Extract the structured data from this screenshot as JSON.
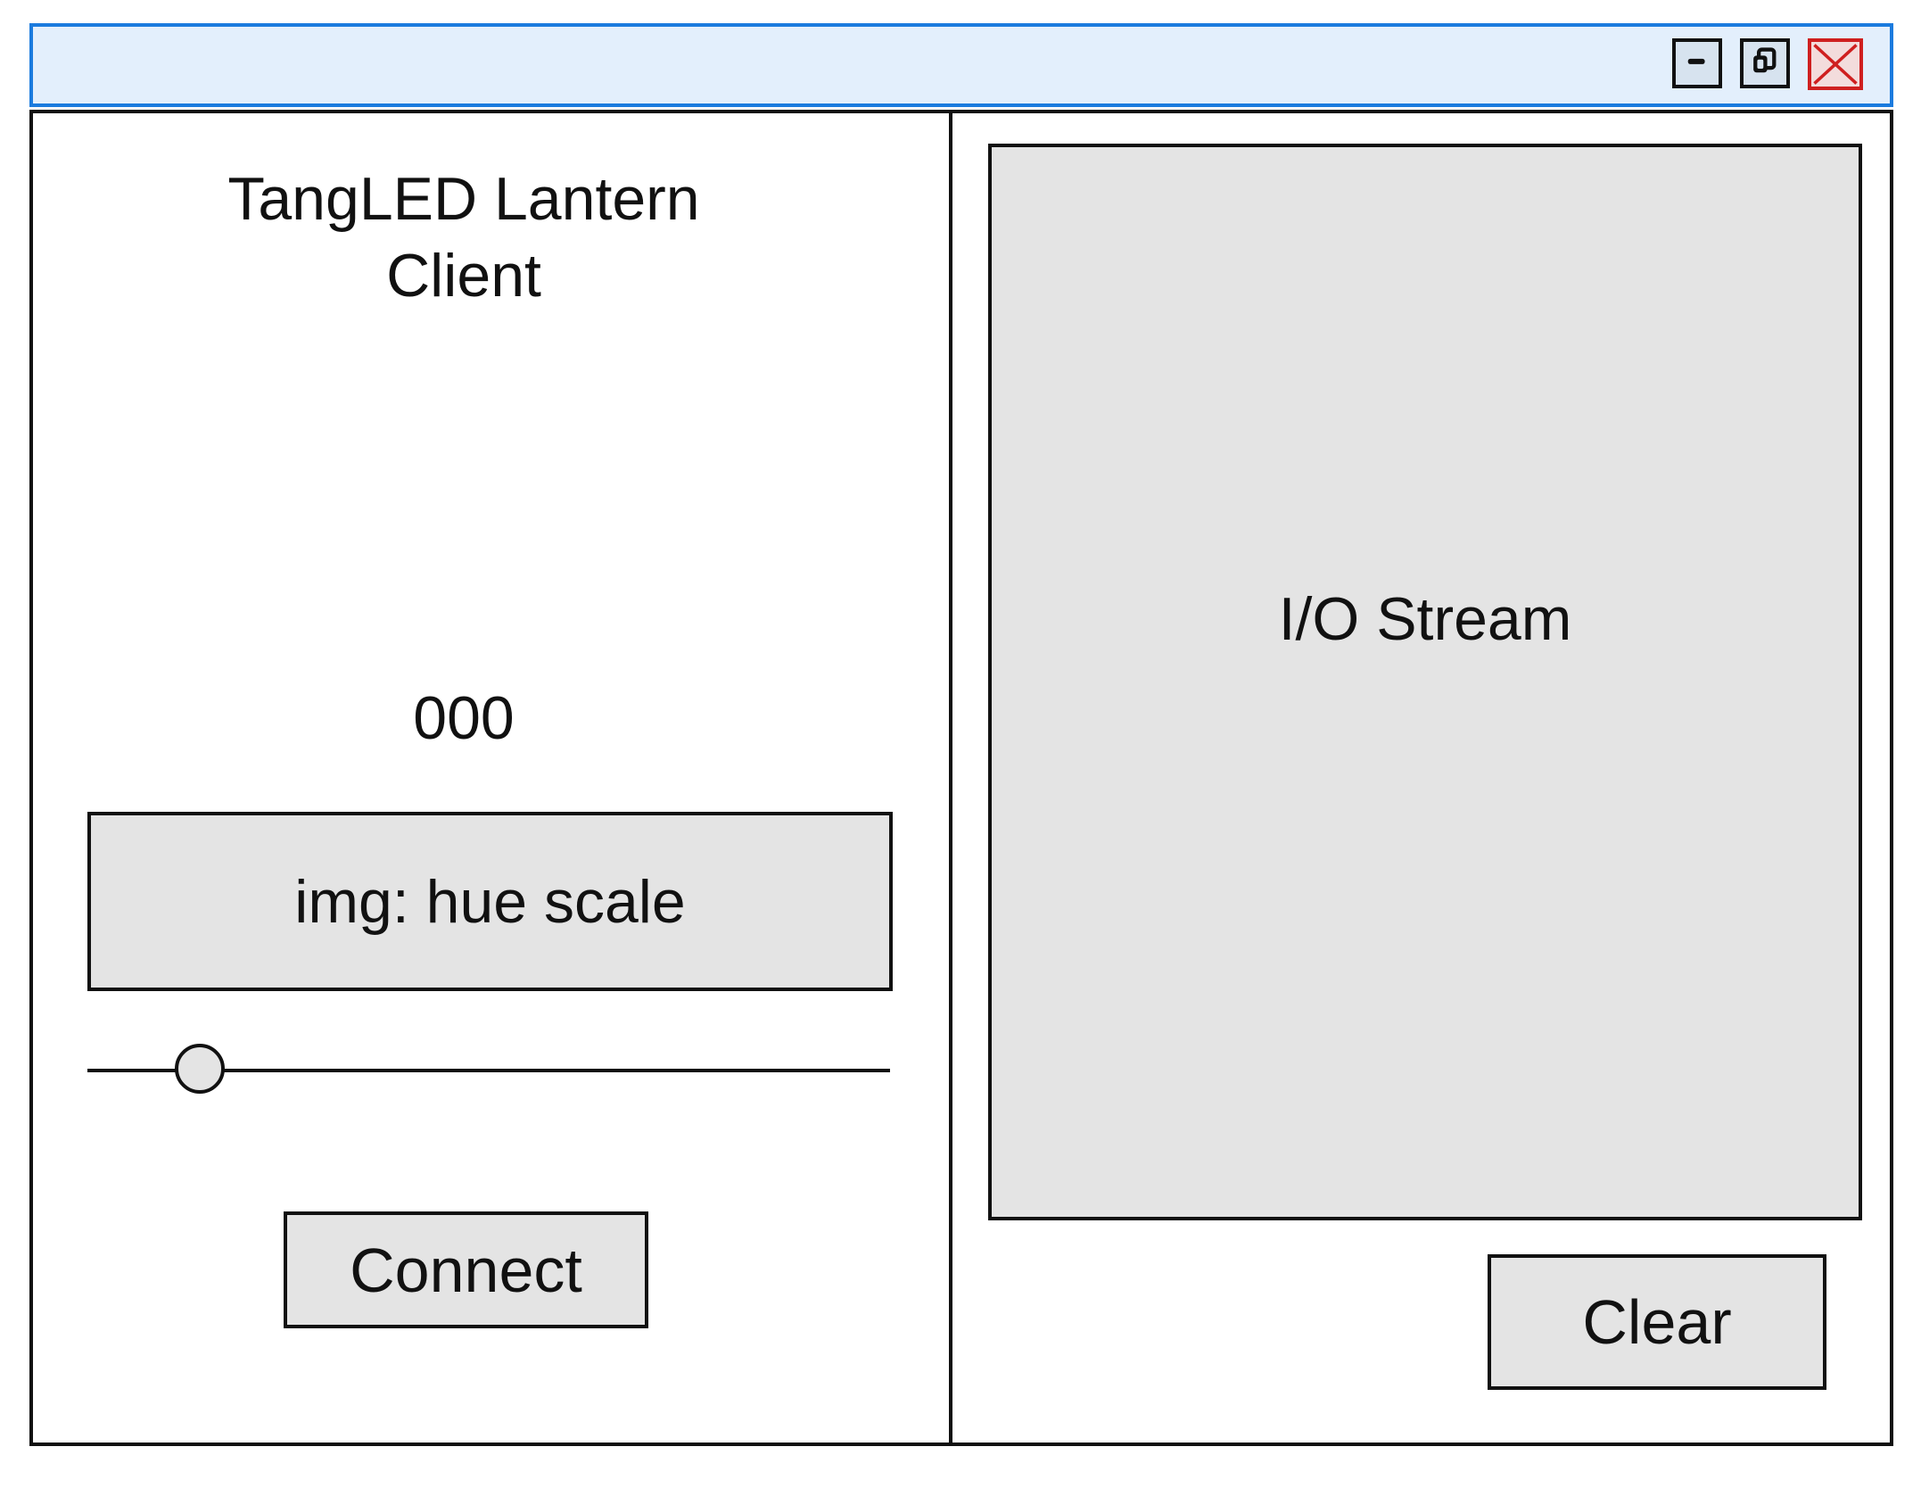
{
  "window": {
    "titlebar_color": "#e3effc",
    "titlebar_border": "#1b7bde",
    "controls": {
      "minimize_icon": "minimize-icon",
      "restore_icon": "restore-icon",
      "close_icon": "close-icon",
      "close_color": "#cf1f1f"
    }
  },
  "left_panel": {
    "app_title": "TangLED Lantern\nClient",
    "value_label": "000",
    "hue_image_label": "img: hue scale",
    "slider": {
      "value_fraction": 0.14
    },
    "connect_button": "Connect"
  },
  "right_panel": {
    "io_stream_label": "I/O Stream",
    "clear_button": "Clear"
  }
}
